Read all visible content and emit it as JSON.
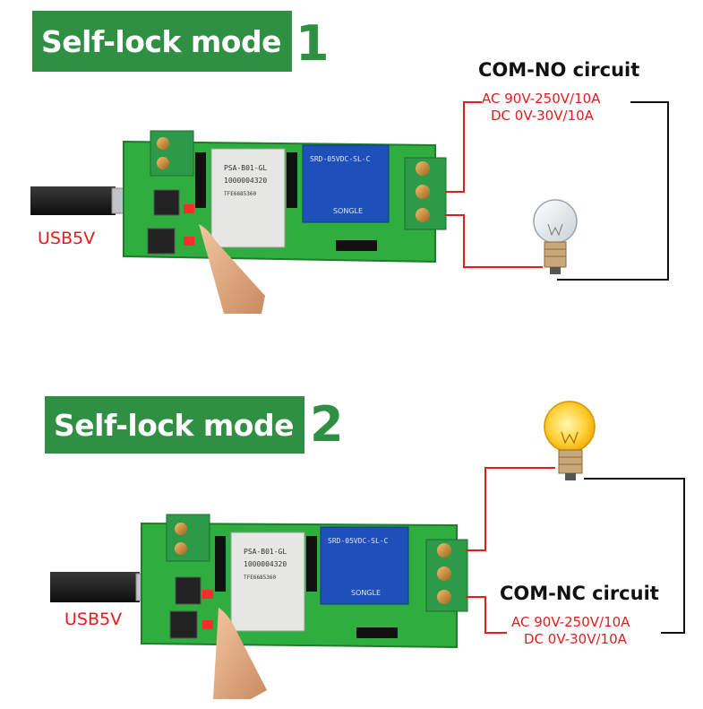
{
  "panel1": {
    "banner": "Self-lock mode",
    "number": "1",
    "circuit_title": "COM-NO circuit",
    "spec_ac": "AC 90V-250V/10A",
    "spec_dc": "DC 0V-30V/10A",
    "usb_label": "USB5V",
    "module": {
      "label_model": "PSA-B01-GL",
      "label_id": "1000004320",
      "label_code": "TFE6685360",
      "relay_model": "SRD-05VDC-SL-C",
      "relay_brand": "SONGLE"
    }
  },
  "panel2": {
    "banner": "Self-lock mode",
    "number": "2",
    "circuit_title": "COM-NC circuit",
    "spec_ac": "AC 90V-250V/10A",
    "spec_dc": "DC 0V-30V/10A",
    "usb_label": "USB5V",
    "module": {
      "label_model": "PSA-B01-GL",
      "label_id": "1000004320",
      "label_code": "TFE6685360",
      "relay_model": "SRD-05VDC-SL-C",
      "relay_brand": "SONGLE"
    }
  },
  "colors": {
    "banner_green": "#2f8f43",
    "pcb_green": "#2fae3f",
    "relay_blue": "#1f4fb8",
    "wire_red": "#e21d1d",
    "spec_red": "#e21d1d"
  }
}
